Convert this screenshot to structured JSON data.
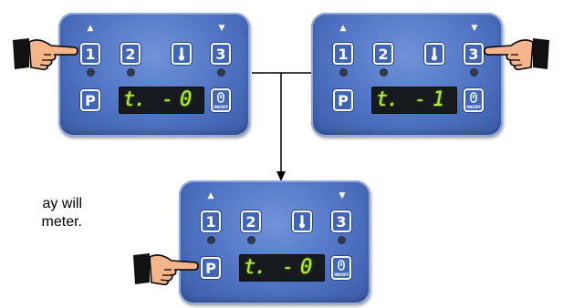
{
  "caption": {
    "line1": "ay will",
    "line2": "meter."
  },
  "panels": [
    {
      "id": "top-left",
      "keys": {
        "k1": "1",
        "k2": "2",
        "k3": "3",
        "p": "P"
      },
      "display": {
        "c1": "t",
        "c2": ".",
        "c3": "-",
        "c4": "0"
      },
      "pressed": "1"
    },
    {
      "id": "top-right",
      "keys": {
        "k1": "1",
        "k2": "2",
        "k3": "3",
        "p": "P"
      },
      "display": {
        "c1": "t",
        "c2": ".",
        "c3": "-",
        "c4": "1"
      },
      "pressed": "3"
    },
    {
      "id": "bottom",
      "keys": {
        "k1": "1",
        "k2": "2",
        "k3": "3",
        "p": "P"
      },
      "display": {
        "c1": "t",
        "c2": ".",
        "c3": "-",
        "c4": "0"
      },
      "pressed": "P"
    }
  ],
  "onoff_label": "ON/OFF",
  "colors": {
    "panel": "#4f73c2",
    "display_text": "#b6f03a",
    "display_bg": "#161a1c"
  }
}
